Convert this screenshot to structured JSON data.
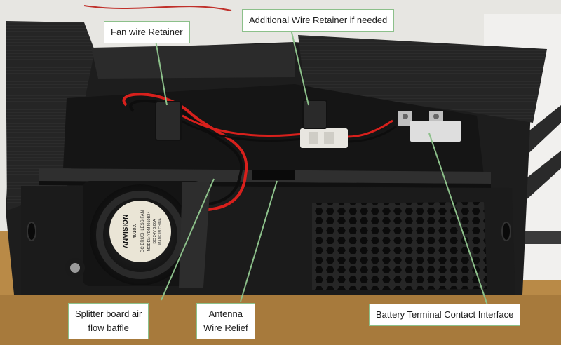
{
  "labels": {
    "fan_wire_retainer": "Fan wire Retainer",
    "additional_wire_retainer": "Additional Wire Retainer if needed",
    "splitter_baffle": [
      "Splitter board air",
      "flow baffle"
    ],
    "antenna_relief": [
      "Antenna",
      "Wire Relief"
    ],
    "battery_terminal": "Battery Terminal Contact Interface"
  },
  "fan_sticker": {
    "brand": "ANVISION",
    "model_line": "4010X",
    "line1": "DC BRUSHLESS FAN",
    "line2": "MODEL: YDM4010B24",
    "line3": "DC 24V  0.06A",
    "line4": "MADE IN CHINA"
  },
  "colors": {
    "callout_border": "#8cc08a",
    "leader": "#8cc08a",
    "plastic": "#232323",
    "wire_red": "#d8201c",
    "wire_black": "#0d0d0d"
  }
}
